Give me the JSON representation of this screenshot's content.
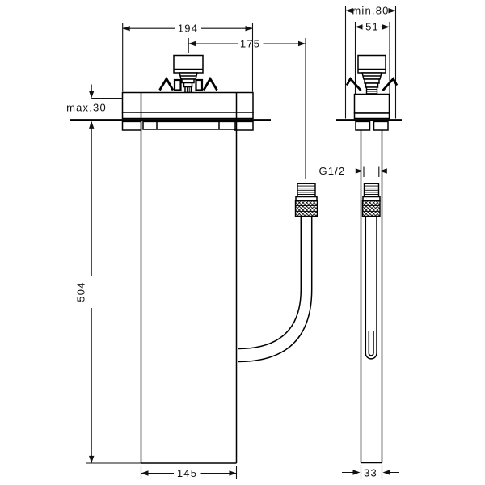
{
  "diagram": {
    "background": "#ffffff",
    "line_color": "#000000",
    "type": "technical-installation-drawing",
    "front_view": {
      "dim_plate_width": "194",
      "dim_hose_offset": "175",
      "dim_deck_thickness": "max.30",
      "dim_body_height": "504",
      "dim_body_width": "145"
    },
    "side_view": {
      "dim_min_clearance": "min.80",
      "dim_body_depth": "51",
      "dim_thread_size": "G1/2",
      "dim_column_depth": "33"
    }
  }
}
